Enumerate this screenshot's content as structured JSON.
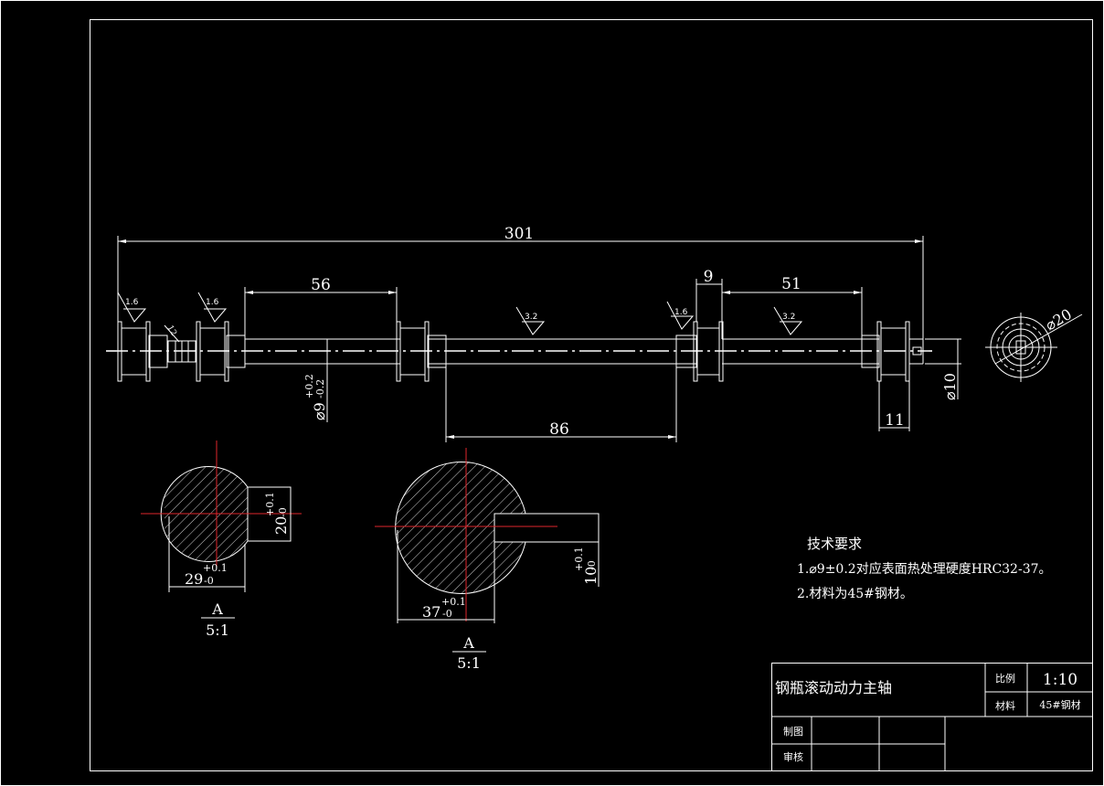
{
  "dimensions": {
    "total_length": "301",
    "len_56": "56",
    "len_51": "51",
    "len_9": "9",
    "len_86": "86",
    "len_11": "11",
    "dia_9": "⌀9",
    "dia_9_tol_upper": "+0.2",
    "dia_9_tol_lower": "-0.2",
    "dia_10": "⌀10",
    "dia_20": "⌀20",
    "small_flat": "12"
  },
  "roughness": {
    "r1": "1.6",
    "r2": "1.6",
    "r3": "3.2",
    "r4": "1.6",
    "r5": "3.2"
  },
  "section_a": {
    "dim_width": "29",
    "dim_width_upper": "+0.1",
    "dim_width_lower": "-0",
    "dim_height": "20",
    "dim_height_upper": "+0.1",
    "dim_height_lower": "-0",
    "label": "A",
    "scale": "5:1"
  },
  "section_b": {
    "dim_width": "37",
    "dim_width_upper": "+0.1",
    "dim_width_lower": "-0",
    "dim_height": "10",
    "dim_height_upper": "+0.1",
    "dim_height_lower": "-0",
    "label": "A",
    "scale": "5:1"
  },
  "tech_requirements": {
    "title": "技术要求",
    "item1": "1.⌀9±0.2对应表面热处理硬度HRC32-37。",
    "item2": "2.材料为45#钢材。"
  },
  "title_block": {
    "part_name": "钢瓶滚动动力主轴",
    "scale_label": "比例",
    "scale_value": "1:10",
    "material_label": "材料",
    "material_value": "45#钢材",
    "drawn_label": "制图",
    "checked_label": "审核"
  },
  "colors": {
    "line": "#ffffff",
    "center_red": "#e0262b",
    "background": "#000000"
  }
}
